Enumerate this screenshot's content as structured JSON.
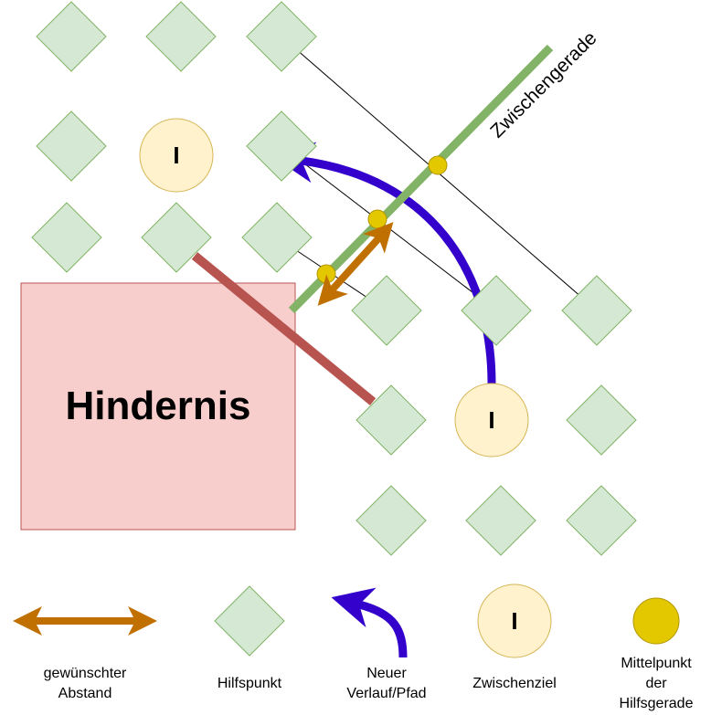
{
  "diagram": {
    "obstacle_label": "Hindernis",
    "intermediate_line_label": "Zwischengerade",
    "waypoint_marker": "I",
    "colors": {
      "obstacle_fill": "#f8cecc",
      "obstacle_stroke": "#b85450",
      "aux_point_fill": "#d5e8d4",
      "aux_point_stroke": "#82b366",
      "waypoint_fill": "#fff2cc",
      "waypoint_stroke": "#d6b656",
      "midpoint_fill": "#e3c800",
      "path": "#3300cc",
      "distance_arrow": "#c07000",
      "intermediate_line": "#82b366",
      "red_connector": "#b85450"
    }
  },
  "legend": {
    "distance": "gewünschter\nAbstand",
    "aux_point": "Hilfspunkt",
    "new_path": "Neuer\nVerlauf/Pfad",
    "waypoint": "Zwischenziel",
    "midpoint": "Mittelpunkt\nder\nHilfsgerade"
  }
}
